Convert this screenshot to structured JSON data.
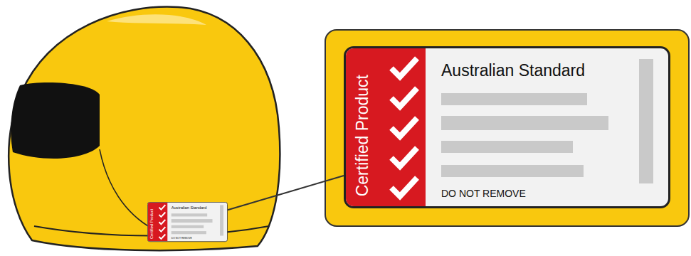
{
  "diagram": {
    "nodes": [
      {
        "text": [
          "Certified Product",
          "Australian Standard",
          "DO NOT REMOVE"
        ]
      },
      {
        "text": [
          "Certified Product",
          "Australian Standard",
          "DO NOT REMOVE"
        ]
      }
    ],
    "edges": [
      {
        "from": 0,
        "to": 1,
        "arrow": "none"
      }
    ]
  }
}
